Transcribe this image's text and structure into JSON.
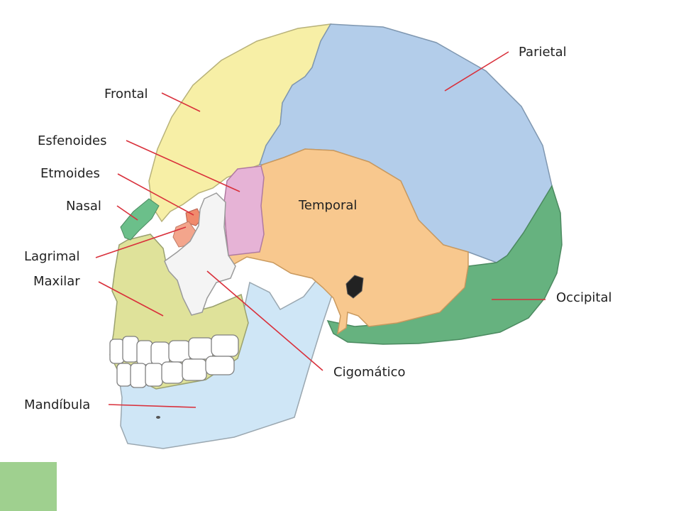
{
  "labels": {
    "parietal": "Parietal",
    "frontal": "Frontal",
    "esfenoides": "Esfenoides",
    "etmoides": "Etmoides",
    "nasal": "Nasal",
    "temporal": "Temporal",
    "lagrimal": "Lagrimal",
    "maxilar": "Maxilar",
    "occipital": "Occipital",
    "cigomatico": "Cigomático",
    "mandibula": "Mandíbula"
  },
  "colors": {
    "frontal": "#f7efa6",
    "parietal": "#b3cdea",
    "temporal": "#f8c88e",
    "occipital": "#66b27f",
    "esfenoides": "#e6b3d6",
    "nasal": "#6bbf8a",
    "zygomatic": "#f4f4f4",
    "maxilla": "#dfe29a",
    "mandible": "#cfe6f6",
    "lacrimal": "#f3a58c",
    "leader_line": "#d9303b",
    "outline": "#888888",
    "corner_block": "#9fd08f"
  }
}
